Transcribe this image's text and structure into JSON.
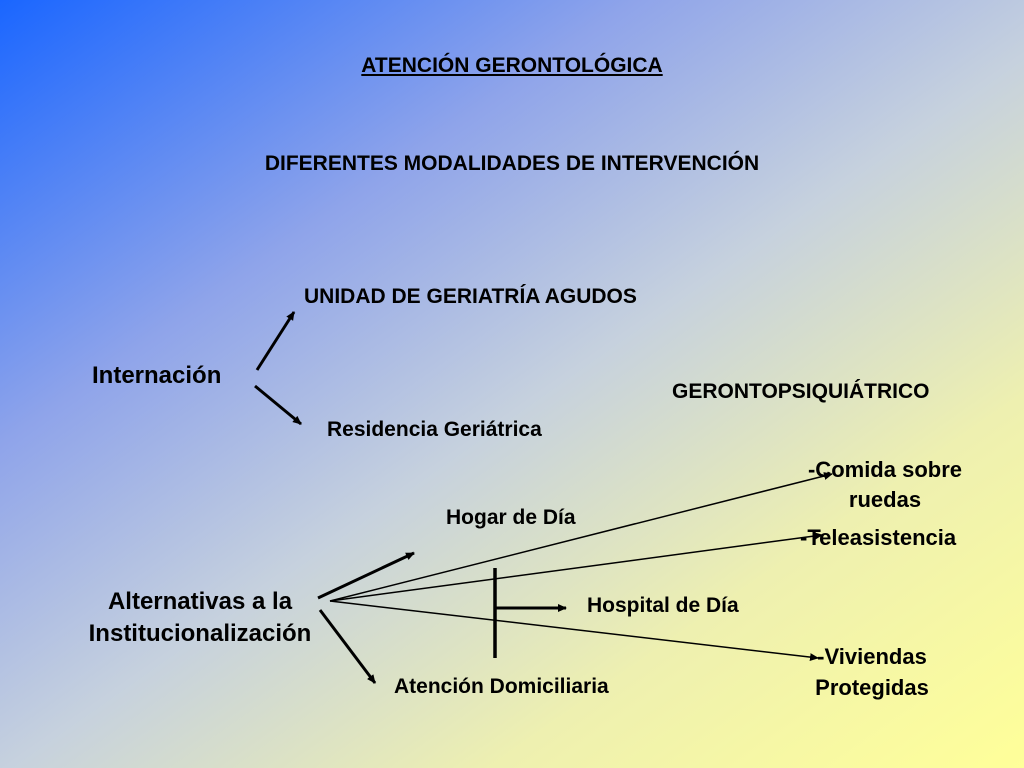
{
  "title": "ATENCIÓN GERONTOLÓGICA",
  "subtitle": "DIFERENTES MODALIDADES DE INTERVENCIÓN",
  "internacion": {
    "label": "Internación",
    "children": [
      "UNIDAD DE GERIATRÍA AGUDOS",
      "Residencia Geriátrica"
    ]
  },
  "gerontopsiquiatrico": "GERONTOPSIQUIÁTRICO",
  "alternativas": {
    "label_line1": "Alternativas a la",
    "label_line2": "Institucionalización",
    "hogar_de_dia": "Hogar de Día",
    "hospital_de_dia": "Hospital de Día",
    "atencion_domiciliaria": "Atención Domiciliaria",
    "comida_line1": "-Comida sobre",
    "comida_line2": "ruedas",
    "teleasistencia": "-Teleasistencia",
    "viviendas_line1": "-Viviendas",
    "viviendas_line2": "Protegidas"
  },
  "colors": {
    "gradient_start": "#1a66ff",
    "gradient_end": "#ffff99",
    "text": "#000000"
  }
}
